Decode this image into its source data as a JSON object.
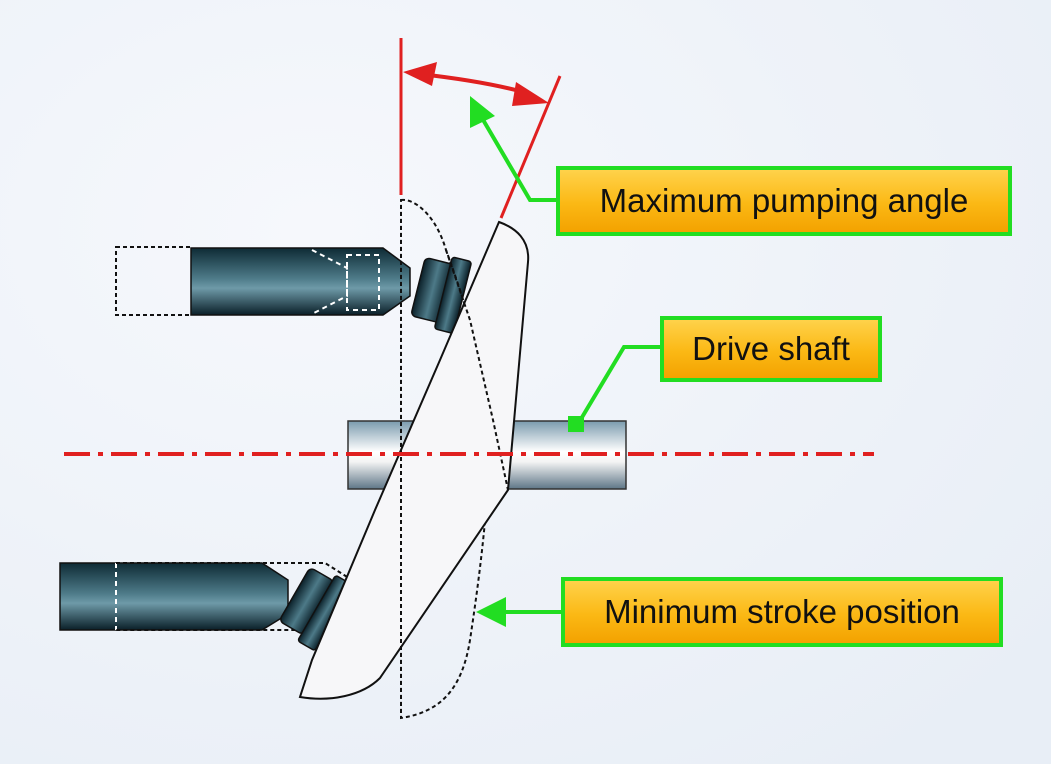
{
  "labels": {
    "max_pumping_angle": "Maximum pumping angle",
    "drive_shaft": "Drive shaft",
    "min_stroke_position": "Minimum stroke position"
  },
  "colors": {
    "background": "#eef2f8",
    "callout_fill": "#fbb814",
    "callout_border": "#22dd22",
    "leader_line": "#22dd22",
    "angle_marks": "#e02020",
    "center_line": "#e02020",
    "swash_plate": "#f7f7f9",
    "piston_dark": "#0e2b35",
    "piston_highlight": "#6e9aa8"
  }
}
